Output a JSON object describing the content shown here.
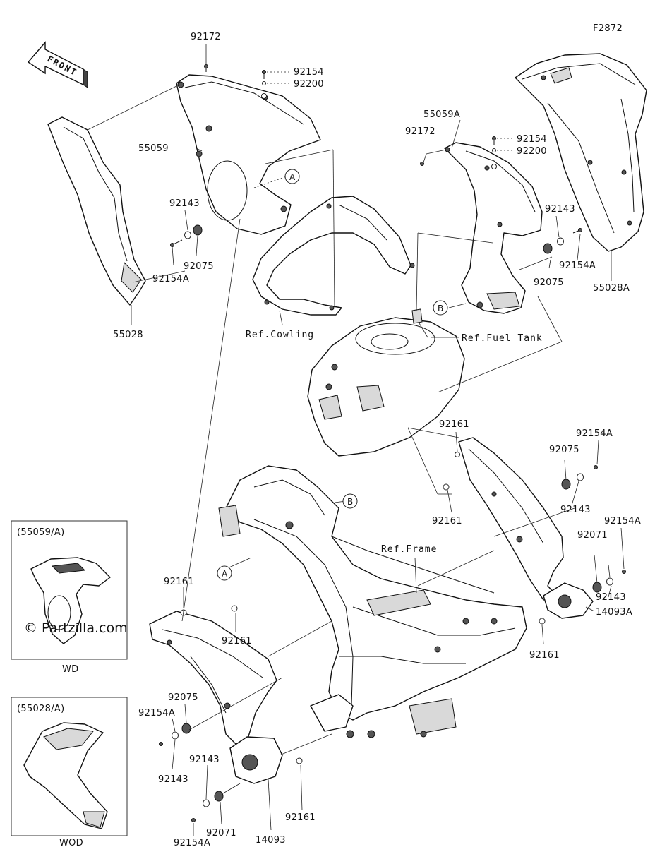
{
  "figure_code": "F2872",
  "front_label": "FRONT",
  "watermark": "© Partzilla.com",
  "refs": {
    "cowling": "Ref.Cowling",
    "fuel_tank": "Ref.Fuel Tank",
    "frame": "Ref.Frame"
  },
  "markers": {
    "a": "A",
    "b": "B"
  },
  "inset_wd": {
    "title": "(55059/A)",
    "caption": "WD"
  },
  "inset_wod": {
    "title": "(55028/A)",
    "caption": "WOD"
  },
  "labels": {
    "p92172_left": "92172",
    "p92154_top": "92154",
    "p92200_top": "92200",
    "p55059": "55059",
    "p92143_l1": "92143",
    "p92075_l1": "92075",
    "p92154a_l1": "92154A",
    "p55028": "55028",
    "p55059a": "55059A",
    "p92172_right": "92172",
    "p92154_r": "92154",
    "p92200_r": "92200",
    "p92143_r1": "92143",
    "p92154a_r1": "92154A",
    "p92075_r1": "92075",
    "p55028a": "55028A",
    "p92161_r1": "92161",
    "p92154a_r2": "92154A",
    "p92075_r2": "92075",
    "p92161_r2": "92161",
    "p92143_r2": "92143",
    "p92154a_r3": "92154A",
    "p92071_r": "92071",
    "p92143_r3": "92143",
    "p14093a": "14093A",
    "p92161_r3": "92161",
    "p92161_l1": "92161",
    "p92161_l2": "92161",
    "p92075_l2": "92075",
    "p92154a_l2": "92154A",
    "p92143_l2": "92143",
    "p92143_l3": "92143",
    "p92071_l": "92071",
    "p92154a_l3": "92154A",
    "p14093": "14093",
    "p92161_l3": "92161"
  }
}
